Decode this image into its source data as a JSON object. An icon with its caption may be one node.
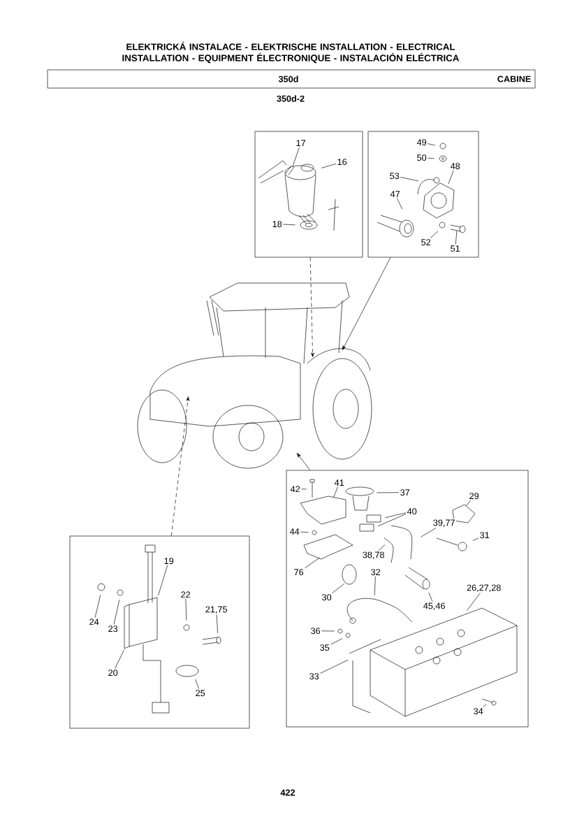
{
  "diagram": {
    "title": "ELEKTRICKÁ INSTALACE - ELEKTRISCHE INSTALLATION - ELECTRICAL INSTALLATION - EQUIPMENT ÉLECTRONIQUE - INSTALACIÓN ELÉCTRICA",
    "nodes": [
      {
        "text": [],
        "shape": "box"
      },
      {
        "text": [
          "17"
        ],
        "in": 0
      },
      {
        "text": [
          "16"
        ],
        "in": 0
      },
      {
        "text": [
          "18"
        ],
        "in": 0
      },
      {
        "text": [],
        "shape": "box"
      },
      {
        "text": [
          "49"
        ],
        "in": 4
      },
      {
        "text": [
          "50"
        ],
        "in": 4
      },
      {
        "text": [
          "53"
        ],
        "in": 4
      },
      {
        "text": [
          "48"
        ],
        "in": 4
      },
      {
        "text": [
          "47"
        ],
        "in": 4
      },
      {
        "text": [
          "52"
        ],
        "in": 4
      },
      {
        "text": [
          "51"
        ],
        "in": 4
      },
      {
        "text": [],
        "shape": "picture"
      },
      {
        "text": [],
        "shape": "box"
      },
      {
        "text": [
          "42"
        ],
        "in": 13
      },
      {
        "text": [
          "41"
        ],
        "in": 13
      },
      {
        "text": [
          "37"
        ],
        "in": 13
      },
      {
        "text": [
          "40"
        ],
        "in": 13
      },
      {
        "text": [
          "29"
        ],
        "in": 13
      },
      {
        "text": [
          "39,77"
        ],
        "in": 13
      },
      {
        "text": [
          "44"
        ],
        "in": 13
      },
      {
        "text": [
          "31"
        ],
        "in": 13
      },
      {
        "text": [
          "38,78"
        ],
        "in": 13
      },
      {
        "text": [
          "76"
        ],
        "in": 13
      },
      {
        "text": [
          "32"
        ],
        "in": 13
      },
      {
        "text": [
          "30"
        ],
        "in": 13
      },
      {
        "text": [
          "45,46"
        ],
        "in": 13
      },
      {
        "text": [
          "26,27,28"
        ],
        "in": 13
      },
      {
        "text": [
          "36"
        ],
        "in": 13
      },
      {
        "text": [
          "35"
        ],
        "in": 13
      },
      {
        "text": [
          "33"
        ],
        "in": 13
      },
      {
        "text": [
          "34"
        ],
        "in": 13
      },
      {
        "text": [],
        "shape": "box"
      },
      {
        "text": [
          "19"
        ],
        "in": 32
      },
      {
        "text": [
          "24"
        ],
        "in": 32
      },
      {
        "text": [
          "23"
        ],
        "in": 32
      },
      {
        "text": [
          "22"
        ],
        "in": 32
      },
      {
        "text": [
          "21,75"
        ],
        "in": 32
      },
      {
        "text": [
          "20"
        ],
        "in": 32
      },
      {
        "text": [
          "25"
        ],
        "in": 32
      }
    ],
    "edges": [
      {
        "from": 0,
        "to": 12,
        "arrow": "to",
        "style": "dashed"
      },
      {
        "from": 4,
        "to": 12,
        "arrow": "to"
      },
      {
        "from": 13,
        "to": 12,
        "arrow": "to"
      },
      {
        "from": 32,
        "to": 12,
        "arrow": "to",
        "style": "dashed"
      },
      {
        "from": 1,
        "to": null,
        "arrow": "none"
      },
      {
        "from": 2,
        "to": null,
        "arrow": "none"
      },
      {
        "from": 3,
        "to": null,
        "arrow": "none"
      },
      {
        "from": 5,
        "to": null,
        "arrow": "none"
      },
      {
        "from": 6,
        "to": null,
        "arrow": "none"
      },
      {
        "from": 7,
        "to": null,
        "arrow": "none"
      },
      {
        "from": 8,
        "to": null,
        "arrow": "none"
      },
      {
        "from": 9,
        "to": null,
        "arrow": "none"
      },
      {
        "from": 10,
        "to": null,
        "arrow": "none"
      },
      {
        "from": 11,
        "to": null,
        "arrow": "none"
      },
      {
        "from": 14,
        "to": null,
        "arrow": "none"
      },
      {
        "from": 15,
        "to": null,
        "arrow": "none"
      },
      {
        "from": 16,
        "to": null,
        "arrow": "none"
      },
      {
        "from": 17,
        "to": null,
        "arrow": "none"
      },
      {
        "from": 17,
        "to": null,
        "arrow": "none"
      },
      {
        "from": 18,
        "to": null,
        "arrow": "none"
      },
      {
        "from": 19,
        "to": null,
        "arrow": "none"
      },
      {
        "from": 20,
        "to": null,
        "arrow": "none"
      },
      {
        "from": 21,
        "to": null,
        "arrow": "none"
      },
      {
        "from": 22,
        "to": null,
        "arrow": "none"
      },
      {
        "from": 23,
        "to": null,
        "arrow": "none"
      },
      {
        "from": 24,
        "to": null,
        "arrow": "none"
      },
      {
        "from": 25,
        "to": null,
        "arrow": "none"
      },
      {
        "from": 26,
        "to": null,
        "arrow": "none"
      },
      {
        "from": 27,
        "to": null,
        "arrow": "none"
      },
      {
        "from": 28,
        "to": null,
        "arrow": "none"
      },
      {
        "from": 29,
        "to": null,
        "arrow": "none"
      },
      {
        "from": 30,
        "to": null,
        "arrow": "none"
      },
      {
        "from": 31,
        "to": null,
        "arrow": "none"
      },
      {
        "from": 33,
        "to": null,
        "arrow": "none"
      },
      {
        "from": 34,
        "to": null,
        "arrow": "none"
      },
      {
        "from": 35,
        "to": null,
        "arrow": "none"
      },
      {
        "from": 36,
        "to": null,
        "arrow": "none"
      },
      {
        "from": 37,
        "to": null,
        "arrow": "none"
      },
      {
        "from": 38,
        "to": null,
        "arrow": "none"
      },
      {
        "from": 39,
        "to": null,
        "arrow": "none"
      }
    ],
    "labels": [
      "350d",
      "CABINE",
      "350d-2",
      "422"
    ]
  }
}
